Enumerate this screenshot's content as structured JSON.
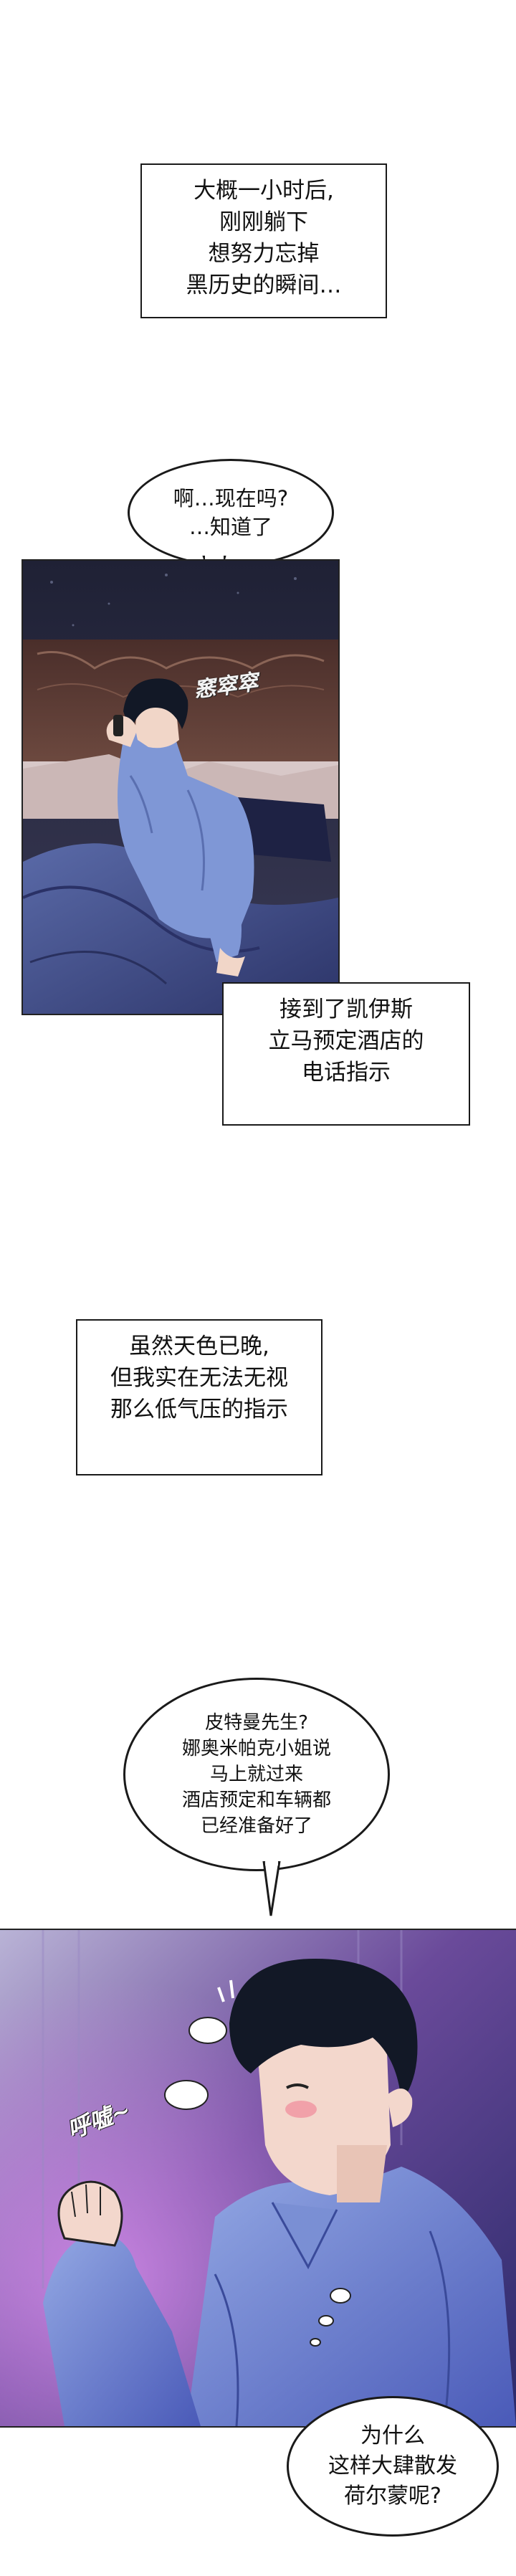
{
  "captions": {
    "c1": [
      "大概一小时后,",
      "刚刚躺下",
      "想努力忘掉",
      "黑历史的瞬间…"
    ],
    "c2": [
      "接到了凯伊斯",
      "立马预定酒店的",
      "电话指示"
    ],
    "c3": [
      "虽然天色已晚,",
      "但我实在无法无视",
      "那么低气压的指示"
    ]
  },
  "bubbles": {
    "b1": [
      "啊…现在吗?",
      "…知道了"
    ],
    "b2": [
      "皮特曼先生?",
      "娜奥米帕克小姐说",
      "马上就过来",
      "酒店预定和车辆都",
      "已经准备好了"
    ],
    "b3": [
      "为什么",
      "这样大肆散发",
      "荷尔蒙呢?"
    ]
  },
  "sfx": {
    "rustle": "窸窣窣",
    "sigh": "呼嘘~"
  },
  "colors": {
    "night_sky": "#2a2c44",
    "headboard": "#5a3a34",
    "bedsheet": "#3c4a86",
    "shirt": "#7f97d6",
    "hair": "#121826",
    "bg_purple": "#6a4a9a",
    "bg_blue": "#4a5ab8"
  }
}
